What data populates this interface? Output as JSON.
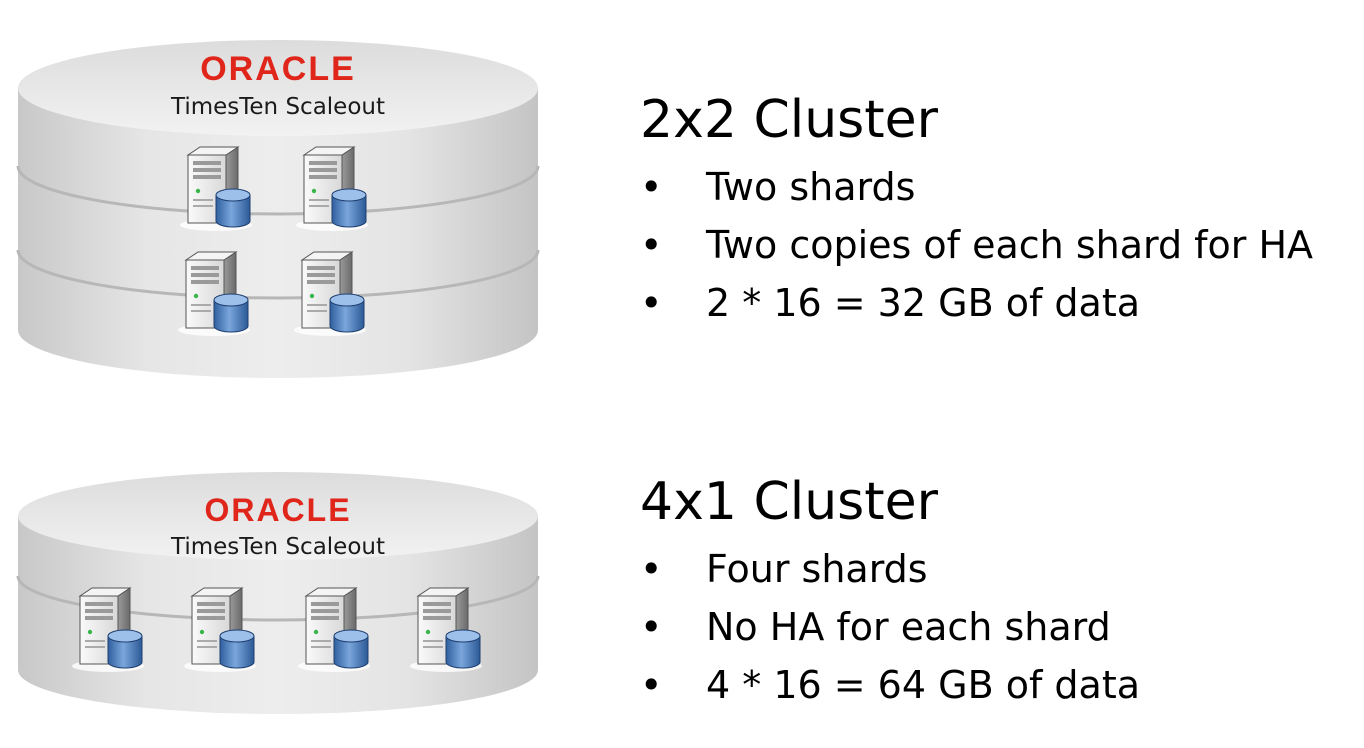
{
  "clusters": [
    {
      "logo": "ORACLE",
      "product": "TimesTen Scaleout",
      "heading": "2x2 Cluster",
      "bullets": [
        "Two shards",
        "Two copies of each shard for HA",
        "2 * 16 = 32 GB of data"
      ],
      "server_icon": "server-database-icon",
      "server_count": 4
    },
    {
      "logo": "ORACLE",
      "product": "TimesTen Scaleout",
      "heading": "4x1 Cluster",
      "bullets": [
        "Four shards",
        "No HA for each shard",
        "4 * 16 = 64 GB of data"
      ],
      "server_icon": "server-database-icon",
      "server_count": 4
    }
  ],
  "bullet_glyph": "•",
  "colors": {
    "oracle_red": "#e0261b",
    "cylinder_light": "#ececec",
    "cylinder_dark": "#c9c9c9",
    "db_blue": "#4a7fc0"
  }
}
